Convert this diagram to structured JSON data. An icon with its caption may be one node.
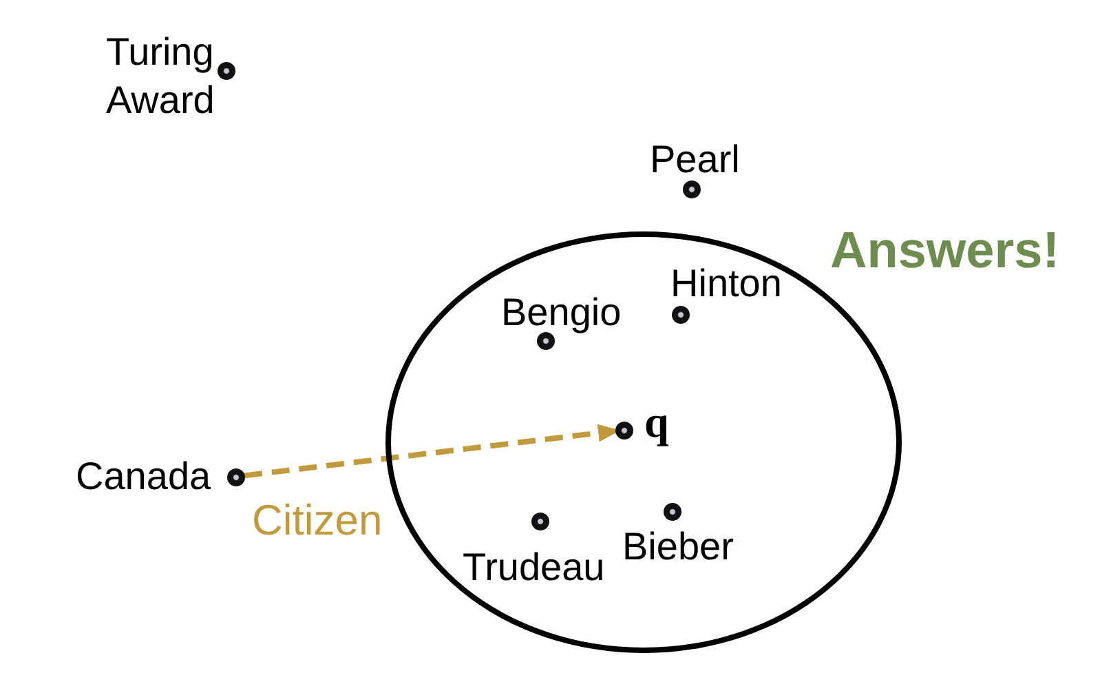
{
  "diagram": {
    "nodes": [
      {
        "text": [],
        "shape": "circle",
        "beside": [
          "Turing Award"
        ]
      },
      {
        "text": [],
        "shape": "circle",
        "beside": [
          "Pearl"
        ]
      },
      {
        "text": [
          "Answers!"
        ]
      },
      {
        "text": [],
        "shape": "circle",
        "beside": [
          "Hinton"
        ],
        "in": 2
      },
      {
        "text": [],
        "shape": "circle",
        "beside": [
          "Bengio"
        ],
        "in": 2
      },
      {
        "text": [],
        "shape": "circle",
        "beside": [
          "q"
        ],
        "in": 2
      },
      {
        "text": [],
        "shape": "circle",
        "beside": [
          "Canada"
        ]
      },
      {
        "text": [],
        "shape": "circle",
        "beside": [
          "Bieber"
        ],
        "in": 2
      },
      {
        "text": [],
        "shape": "circle",
        "beside": [
          "Trudeau"
        ],
        "in": 2
      }
    ],
    "edges": [
      {
        "from": 6,
        "to": 5,
        "arrow": "to",
        "label": "Citizen",
        "style": "dashed",
        "color": "#c09a3c"
      }
    ]
  }
}
